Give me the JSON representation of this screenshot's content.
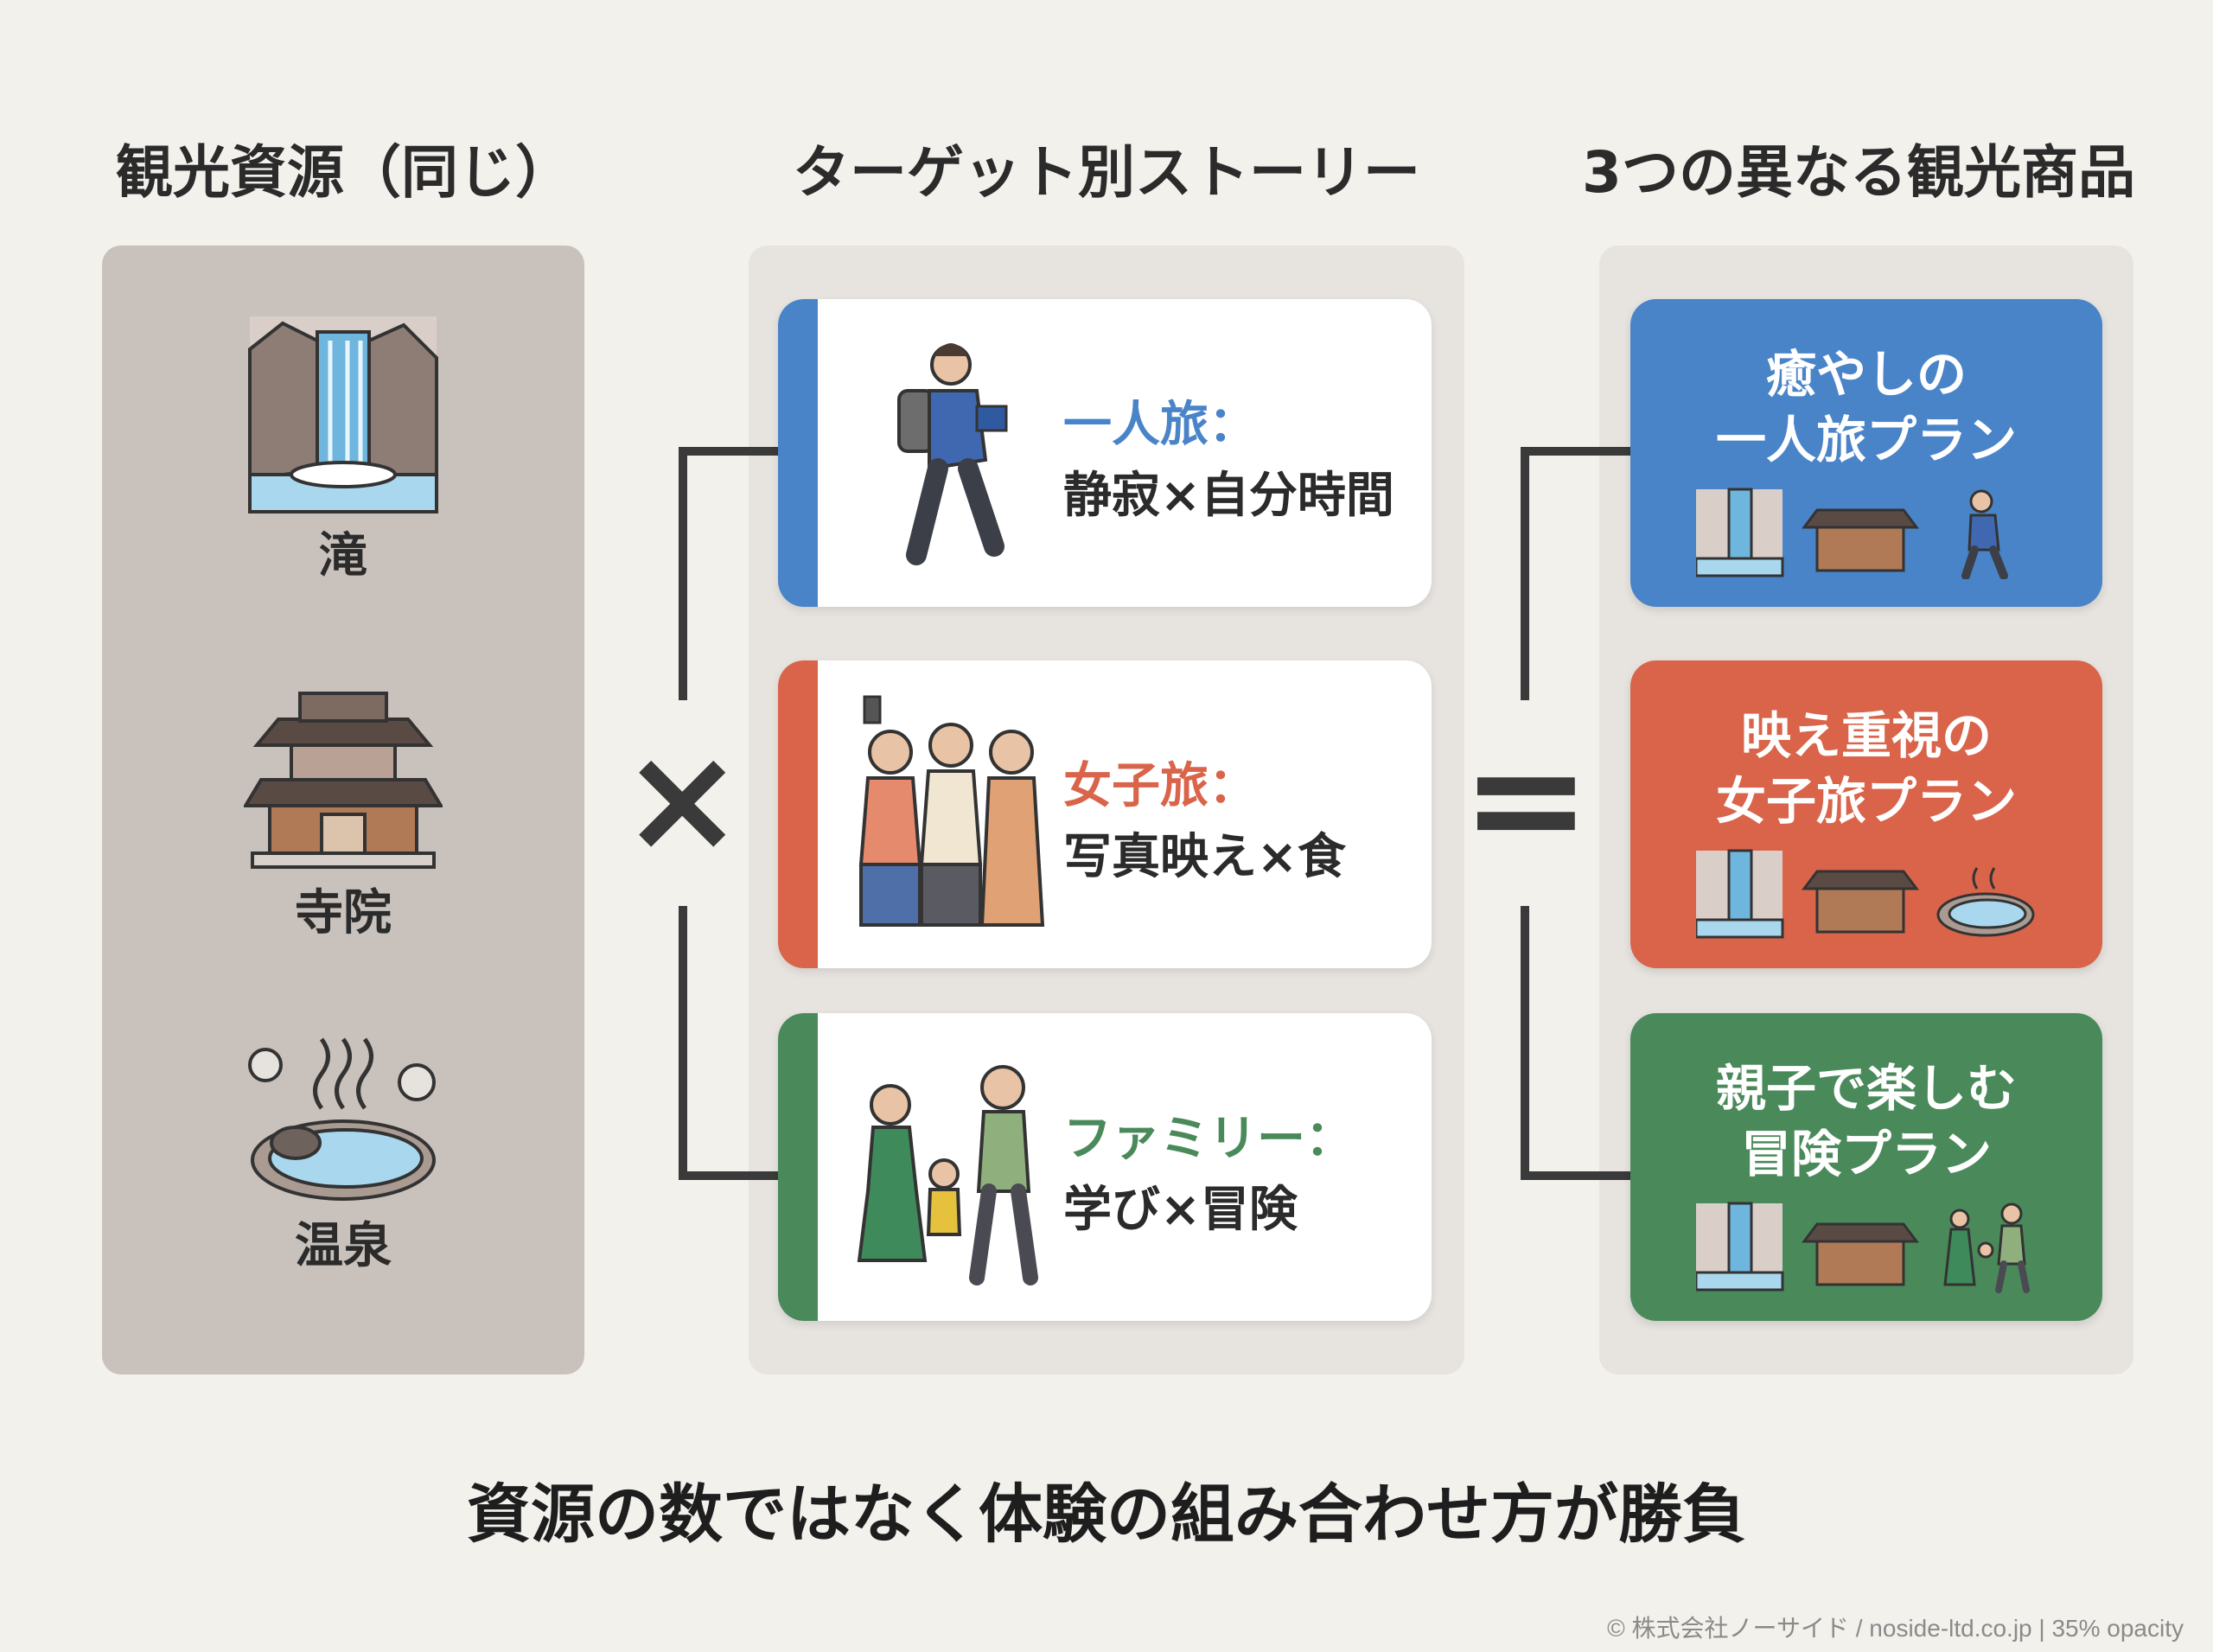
{
  "headers": {
    "resources": "観光資源（同じ）",
    "stories": "ターゲット別ストーリー",
    "products": "3つの異なる観光商品"
  },
  "resources": [
    {
      "label": "滝",
      "icon": "waterfall-icon"
    },
    {
      "label": "寺院",
      "icon": "temple-icon"
    },
    {
      "label": "温泉",
      "icon": "hot-spring-icon"
    }
  ],
  "stories": [
    {
      "target": "一人旅：",
      "theme": "静寂×自分時間",
      "color": "#4a84c8",
      "icon": "solo-traveler-icon"
    },
    {
      "target": "女子旅：",
      "theme": "写真映え×食",
      "color": "#d9644a",
      "icon": "girls-trip-icon"
    },
    {
      "target": "ファミリー：",
      "theme": "学び×冒険",
      "color": "#4a8a5a",
      "icon": "family-icon"
    }
  ],
  "operators": {
    "times": "×",
    "equals": "="
  },
  "products": [
    {
      "line1": "癒やしの",
      "line2": "一人旅プラン",
      "color": "#4a84c8",
      "icons": [
        "waterfall-icon",
        "temple-icon",
        "solo-traveler-icon"
      ]
    },
    {
      "line1": "映え重視の",
      "line2": "女子旅プラン",
      "color": "#d9644a",
      "icons": [
        "waterfall-icon",
        "temple-icon",
        "hot-spring-icon"
      ]
    },
    {
      "line1": "親子で楽しむ",
      "line2": "冒険プラン",
      "color": "#4a8a5a",
      "icons": [
        "waterfall-icon",
        "temple-icon",
        "family-icon"
      ]
    }
  ],
  "footer": "資源の数ではなく体験の組み合わせ方が勝負",
  "credit": "© 株式会社ノーサイド / noside-ltd.co.jp | 35% opacity"
}
